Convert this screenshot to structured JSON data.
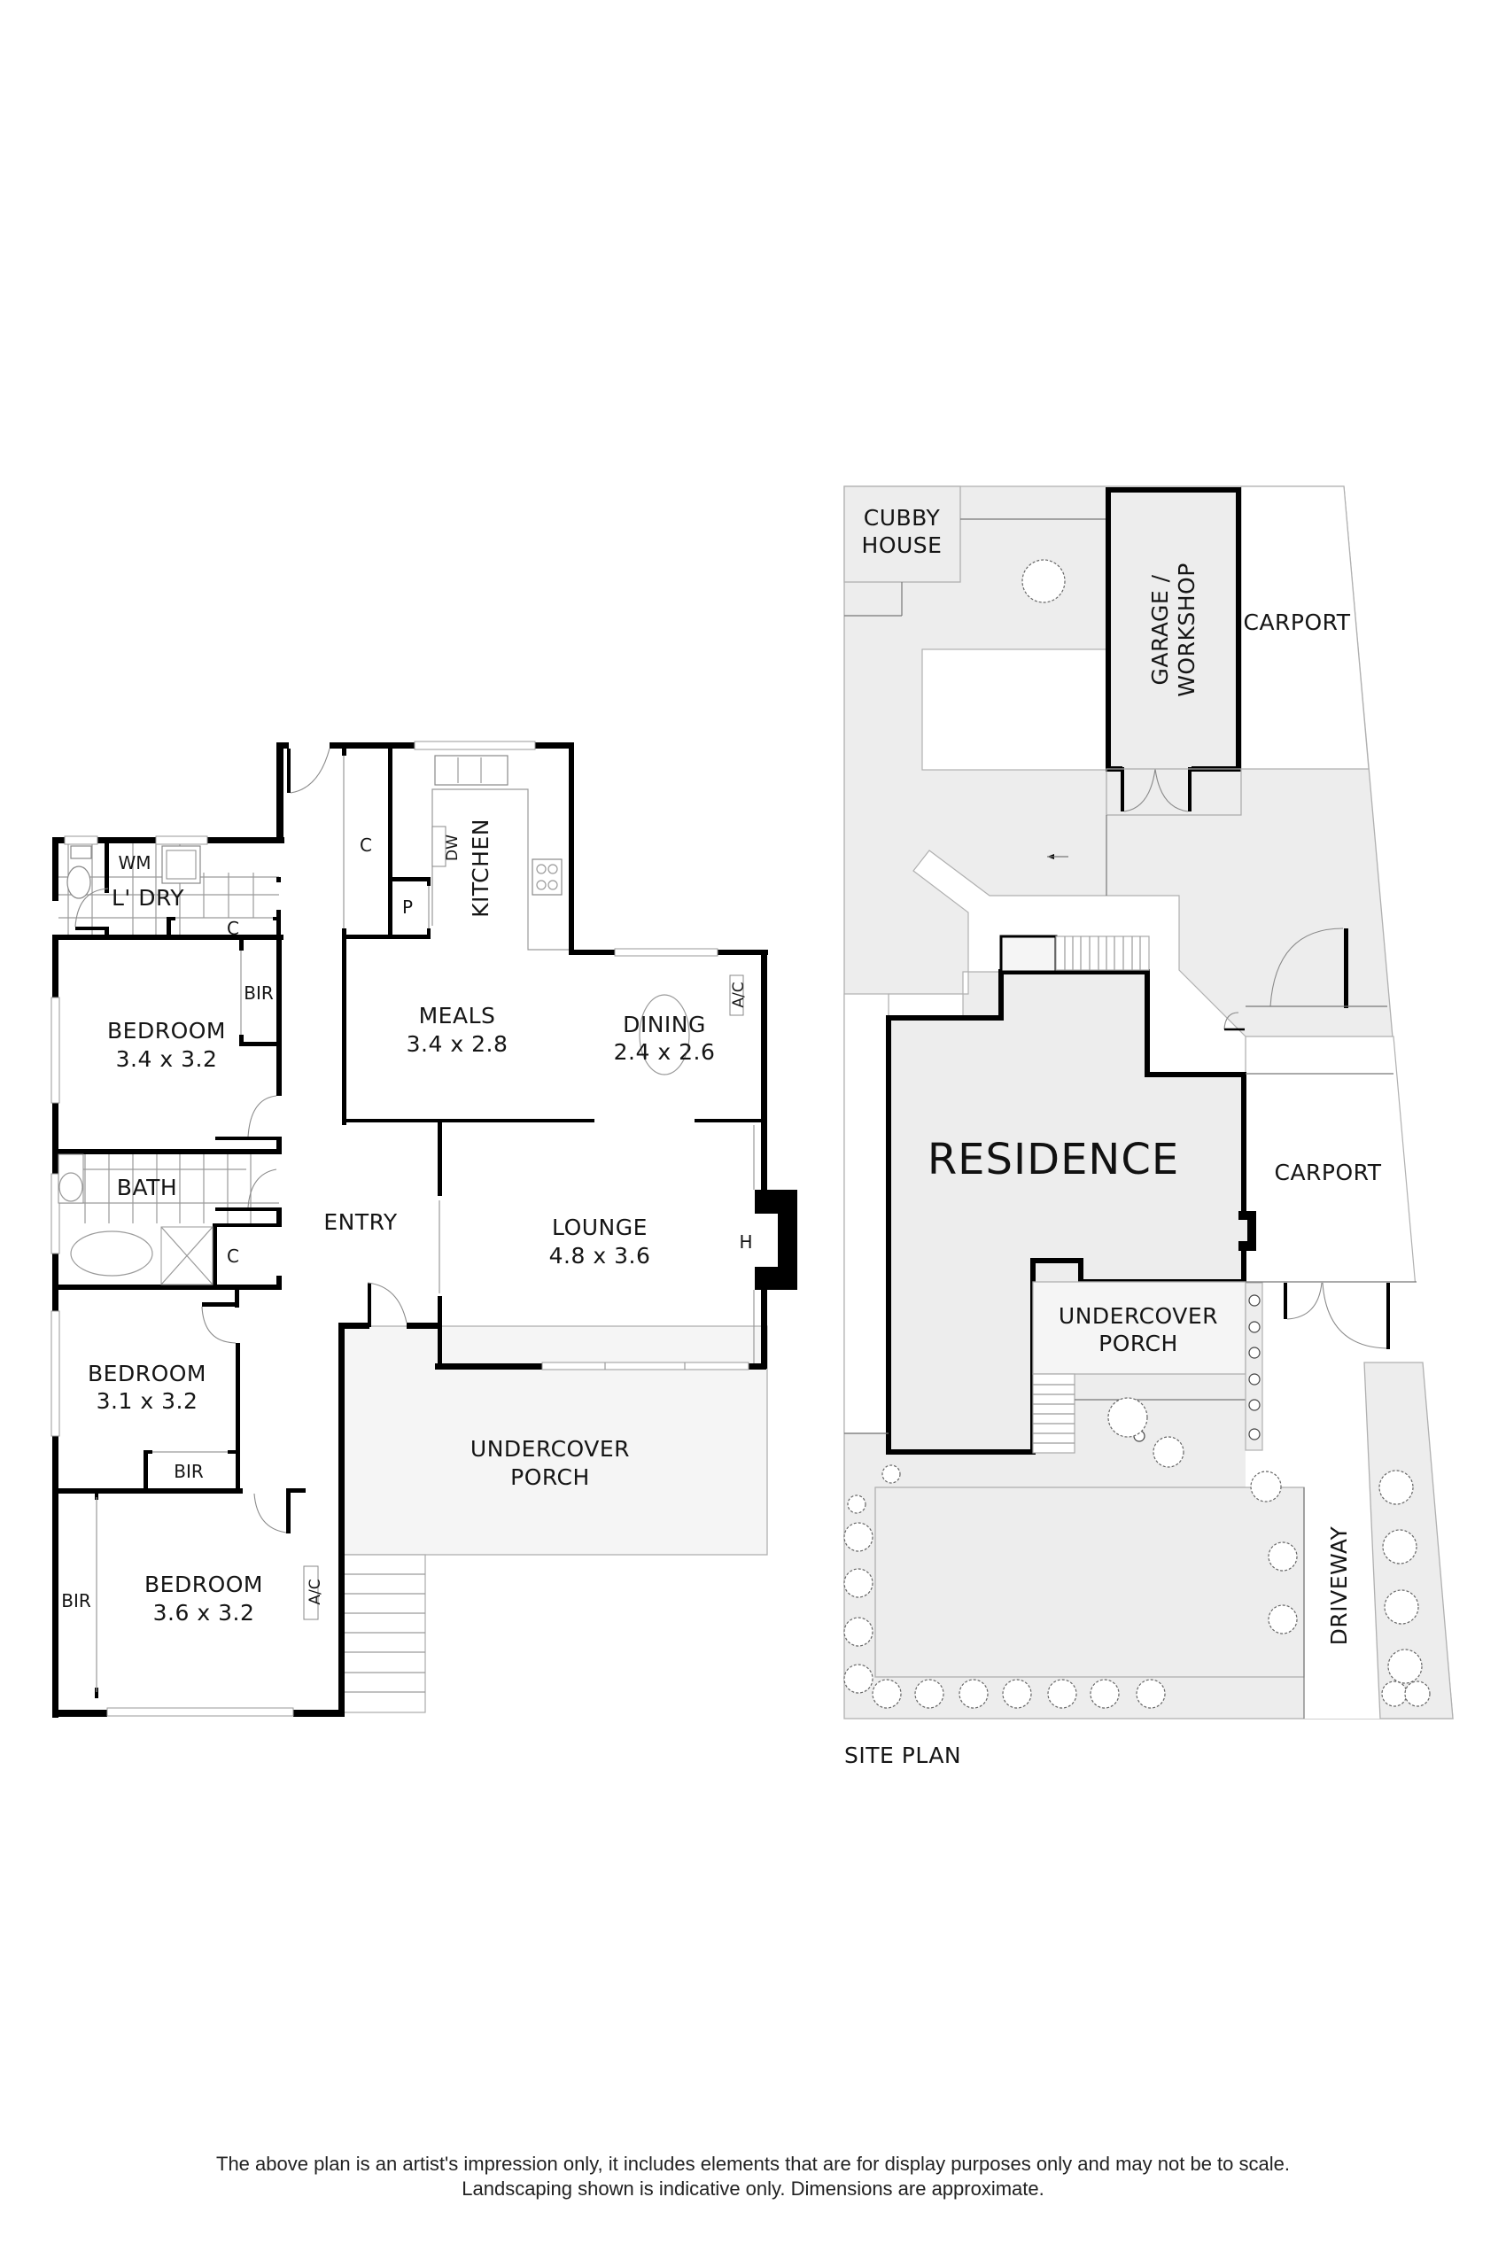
{
  "floor_plan": {
    "rooms": [
      {
        "id": "laundry_wm",
        "label": "WM"
      },
      {
        "id": "laundry",
        "label": "L' DRY"
      },
      {
        "id": "laundry_cupboard",
        "label": "C"
      },
      {
        "id": "hall_cupboard",
        "label": "C"
      },
      {
        "id": "pantry",
        "label": "P"
      },
      {
        "id": "dishwasher",
        "label": "DW"
      },
      {
        "id": "kitchen",
        "label": "KITCHEN"
      },
      {
        "id": "bedroom1",
        "label": "BEDROOM",
        "dims": "3.4 x 3.2"
      },
      {
        "id": "bedroom1_bir",
        "label": "BIR"
      },
      {
        "id": "meals",
        "label": "MEALS",
        "dims": "3.4 x 2.8"
      },
      {
        "id": "dining",
        "label": "DINING",
        "dims": "2.4 x 2.6"
      },
      {
        "id": "dining_ac",
        "label": "A/C"
      },
      {
        "id": "bath",
        "label": "BATH"
      },
      {
        "id": "bath_cupboard",
        "label": "C"
      },
      {
        "id": "entry",
        "label": "ENTRY"
      },
      {
        "id": "lounge",
        "label": "LOUNGE",
        "dims": "4.8 x 3.6"
      },
      {
        "id": "heater",
        "label": "H"
      },
      {
        "id": "bedroom2",
        "label": "BEDROOM",
        "dims": "3.1 x 3.2"
      },
      {
        "id": "bedroom2_bir",
        "label": "BIR"
      },
      {
        "id": "porch",
        "label": "UNDERCOVER",
        "label2": "PORCH"
      },
      {
        "id": "bedroom3",
        "label": "BEDROOM",
        "dims": "3.6 x 3.2"
      },
      {
        "id": "bedroom3_bir",
        "label": "BIR"
      },
      {
        "id": "bedroom3_ac",
        "label": "A/C"
      }
    ]
  },
  "site_plan": {
    "title": "SITE PLAN",
    "areas": [
      {
        "id": "cubby",
        "label": "CUBBY",
        "label2": "HOUSE"
      },
      {
        "id": "garage",
        "label": "GARAGE /",
        "label2": "WORKSHOP"
      },
      {
        "id": "carport_top",
        "label": "CARPORT"
      },
      {
        "id": "residence",
        "label": "RESIDENCE"
      },
      {
        "id": "carport_side",
        "label": "CARPORT"
      },
      {
        "id": "porch",
        "label": "UNDERCOVER",
        "label2": "PORCH"
      },
      {
        "id": "driveway",
        "label": "DRIVEWAY"
      }
    ]
  },
  "disclaimer": {
    "line1": "The above plan is an artist's impression only, it includes elements that are for display purposes only and may not be to scale.",
    "line2": "Landscaping shown is indicative only. Dimensions are approximate."
  },
  "colors": {
    "wall": "#000000",
    "grass": "#ededed",
    "porch": "#f5f5f5",
    "background": "#ffffff"
  }
}
